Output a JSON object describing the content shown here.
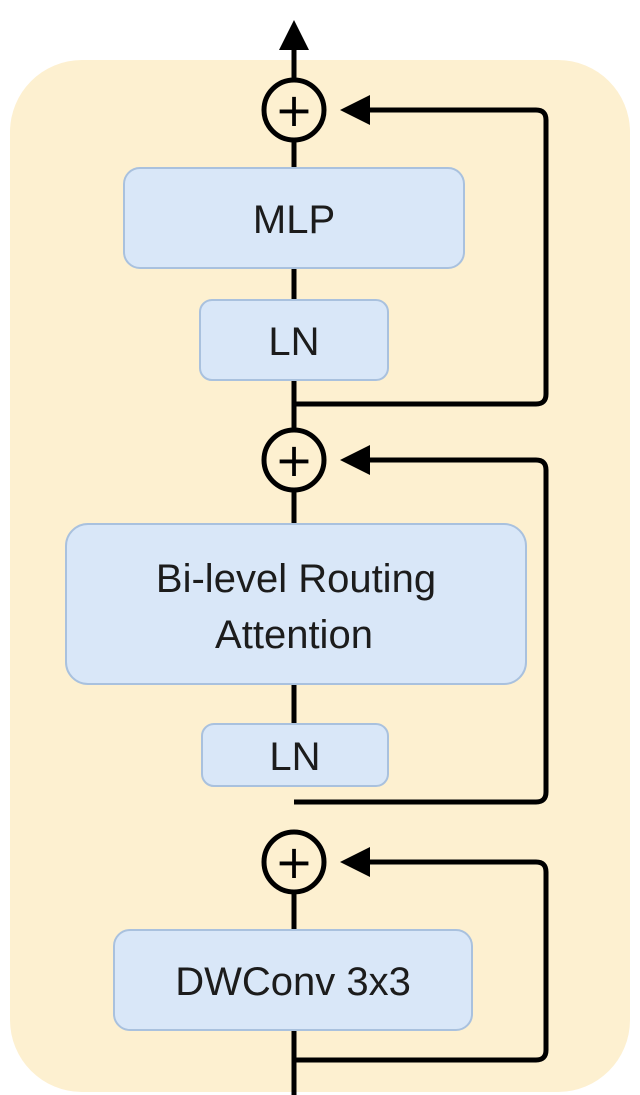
{
  "blocks": {
    "mlp": "MLP",
    "ln_top": "LN",
    "attention_line1": "Bi-level Routing",
    "attention_line2": "Attention",
    "ln_bottom": "LN",
    "dwconv": "DWConv 3x3"
  },
  "add_symbol": "+",
  "colors": {
    "container_fill": "#fdf0d0",
    "block_fill": "#d9e7f8",
    "block_stroke": "#a9c1de",
    "line": "#000000"
  }
}
